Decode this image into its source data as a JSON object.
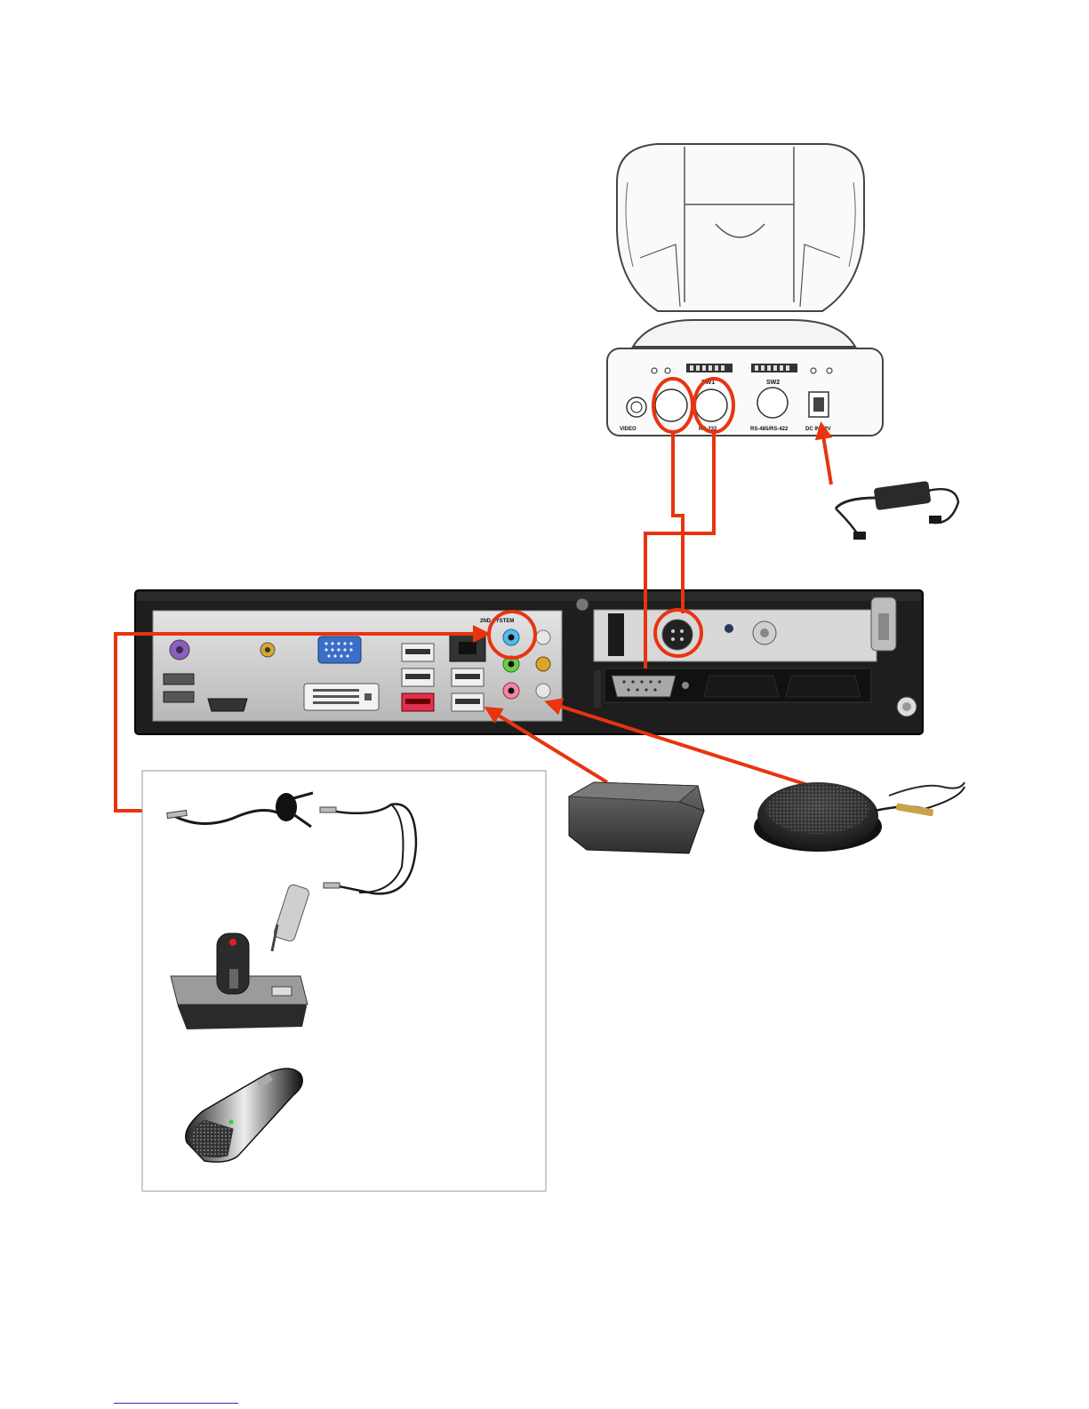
{
  "camera": {
    "switch_1_label": "SW1",
    "switch_2_label": "SW2",
    "video_label": "VIDEO",
    "rs232_label": "RS-232",
    "rs485_label": "RS-485/RS-422",
    "dc_label": "DC IN 12V"
  },
  "pc_rear_panel": {
    "audio_header_label": "2ND SYSTEM"
  },
  "colors": {
    "connector_highlight": "#e8340f",
    "chassis": "#1e1e1e",
    "io_shield": "#c9c9c9"
  }
}
